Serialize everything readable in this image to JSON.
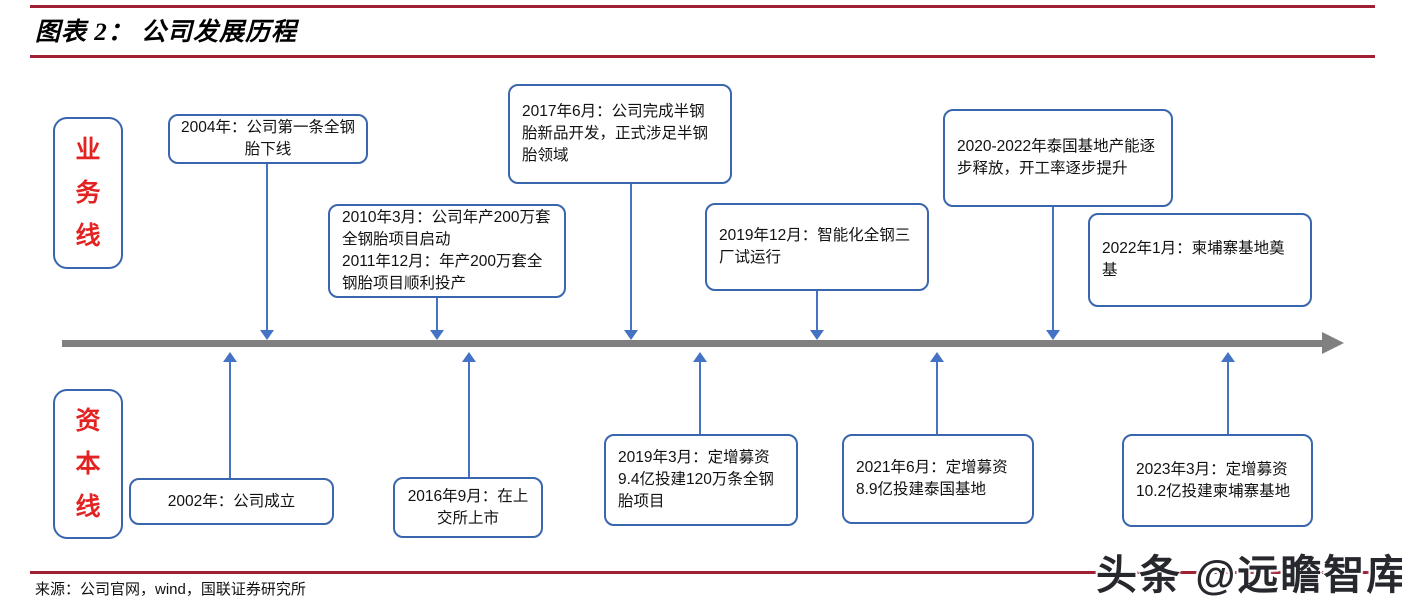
{
  "title": "图表 2：  公司发展历程",
  "colors": {
    "rule_red": "#9e2032",
    "box_border_blue": "#3a66ad",
    "arrow_blue": "#4472c4",
    "timeline_gray": "#808080",
    "row_label_red": "#e32222"
  },
  "row_labels": {
    "business": "业务线",
    "capital": "资本线"
  },
  "events": {
    "top": [
      {
        "text": "2004年：公司第一条全钢胎下线"
      },
      {
        "text": "2010年3月：公司年产200万套全钢胎项目启动\n2011年12月：年产200万套全钢胎项目顺利投产"
      },
      {
        "text": "2017年6月：公司完成半钢胎新品开发，正式涉足半钢胎领域"
      },
      {
        "text": "2019年12月：智能化全钢三厂试运行"
      },
      {
        "text": "2020-2022年泰国基地产能逐步释放，开工率逐步提升"
      },
      {
        "text": "2022年1月：柬埔寨基地奠基"
      }
    ],
    "bottom": [
      {
        "text": "2002年：公司成立"
      },
      {
        "text": "2016年9月：在上交所上市"
      },
      {
        "text": "2019年3月：定增募资9.4亿投建120万条全钢胎项目"
      },
      {
        "text": "2021年6月：定增募资8.9亿投建泰国基地"
      },
      {
        "text": "2023年3月：定增募资10.2亿投建柬埔寨基地"
      }
    ]
  },
  "footer": {
    "source": "来源：公司官网，wind，国联证券研究所",
    "watermark": "头条 @远瞻智库"
  }
}
